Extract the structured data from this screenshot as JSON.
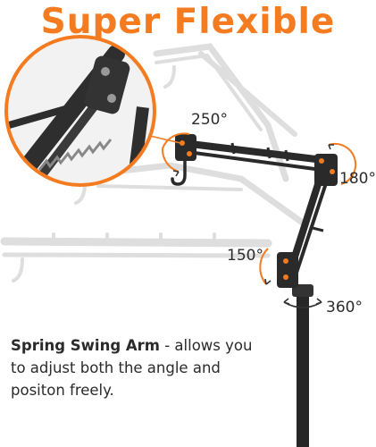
{
  "headline": "Super Flexible",
  "colors": {
    "accent": "#f47b20",
    "arm": "#2a2a2a",
    "ghost": "#d9d9d9",
    "text": "#2b2b2b"
  },
  "angles": {
    "elbow_top": "250°",
    "elbow_right": "180°",
    "base_joint": "150°",
    "pole_rotation": "360°"
  },
  "description": {
    "highlight": "Spring Swing Arm",
    "line1_rest": " - allows you",
    "line2": "to adjust both the angle and",
    "line3": "positon freely."
  },
  "icons": {
    "zoom_inset": "spring-joint-closeup",
    "rotation_arrows": "curved-arrow-icon"
  }
}
